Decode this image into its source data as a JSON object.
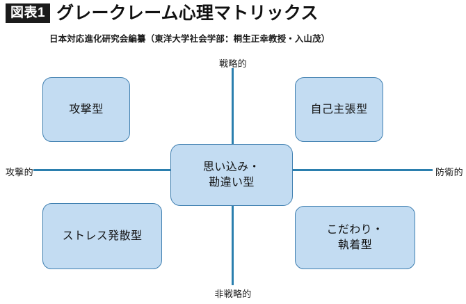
{
  "header": {
    "badge": "図表1",
    "title": "グレークレーム心理マトリックス",
    "subtitle": "日本対応進化研究会編纂（東洋大学社会学部：桐生正幸教授・入山茂）"
  },
  "axes": {
    "top_label": "戦略的",
    "bottom_label": "非戦略的",
    "left_label": "攻撃的",
    "right_label": "防衛的",
    "line_color": "#2b7fae"
  },
  "nodes": {
    "top_left": {
      "line1": "攻撃型"
    },
    "top_right": {
      "line1": "自己主張型"
    },
    "center": {
      "line1": "思い込み・",
      "line2": "勘違い型"
    },
    "bottom_left": {
      "line1": "ストレス発散型"
    },
    "bottom_right": {
      "line1": "こだわり・",
      "line2": "執着型"
    }
  },
  "colors": {
    "node_fill": "#c3dcf2",
    "node_border": "#3f7fb0",
    "badge_bg": "#1b1b1b",
    "badge_text": "#ffffff",
    "background": "#ffffff"
  },
  "chart_data": {
    "type": "scatter",
    "title": "グレークレーム心理マトリックス",
    "subtitle": "日本対応進化研究会編纂（東洋大学社会学部：桐生正幸教授・入山茂）",
    "xlabel": "攻撃的 ↔ 防衛的",
    "ylabel": "非戦略的 ↔ 戦略的",
    "x_axis_ticks": [
      "攻撃的",
      "防衛的"
    ],
    "y_axis_ticks": [
      "非戦略的",
      "戦略的"
    ],
    "grid": false,
    "legend": "none",
    "items": [
      {
        "label": "攻撃型",
        "quadrant": "top-left",
        "x": "攻撃的",
        "y": "戦略的"
      },
      {
        "label": "自己主張型",
        "quadrant": "top-right",
        "x": "防衛的",
        "y": "戦略的"
      },
      {
        "label": "思い込み・勘違い型",
        "quadrant": "center",
        "x": "中立",
        "y": "中立"
      },
      {
        "label": "ストレス発散型",
        "quadrant": "bottom-left",
        "x": "攻撃的",
        "y": "非戦略的"
      },
      {
        "label": "こだわり・執着型",
        "quadrant": "bottom-right",
        "x": "防衛的",
        "y": "非戦略的"
      }
    ]
  }
}
